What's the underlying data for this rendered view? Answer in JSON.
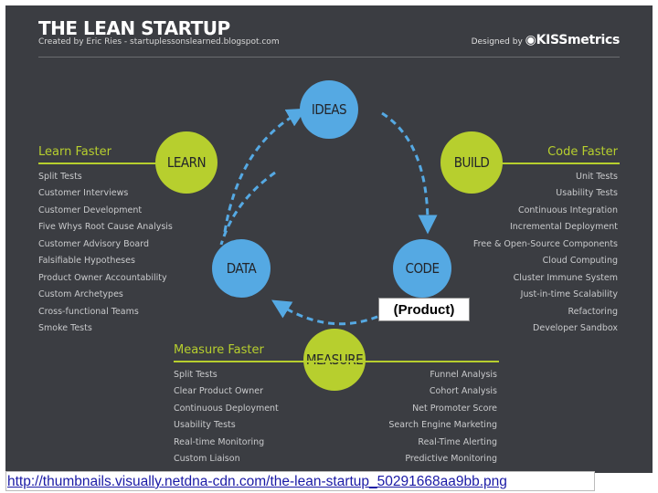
{
  "header": {
    "title": "THE LEAN STARTUP",
    "credit": "Created by Eric Ries - startuplessonslearned.blogspot.com",
    "designed_prefix": "Designed by",
    "designed_brand": "KISSmetrics"
  },
  "nodes": {
    "ideas": "IDEAS",
    "build": "BUILD",
    "code": "CODE",
    "measure": "MEASURE",
    "data": "DATA",
    "learn": "LEARN"
  },
  "learn": {
    "heading": "Learn Faster",
    "items": [
      "Split Tests",
      "Customer Interviews",
      "Customer Development",
      "Five Whys Root Cause Analysis",
      "Customer Advisory Board",
      "Falsifiable Hypotheses",
      "Product Owner Accountability",
      "Custom Archetypes",
      "Cross-functional Teams",
      "Smoke Tests"
    ]
  },
  "code_faster": {
    "heading": "Code Faster",
    "items": [
      "Unit Tests",
      "Usability Tests",
      "Continuous Integration",
      "Incremental Deployment",
      "Free & Open-Source Components",
      "Cloud Computing",
      "Cluster Immune System",
      "Just-in-time Scalability",
      "Refactoring",
      "Developer Sandbox"
    ]
  },
  "measure": {
    "heading": "Measure Faster",
    "left_items": [
      "Split Tests",
      "Clear Product Owner",
      "Continuous Deployment",
      "Usability Tests",
      "Real-time Monitoring",
      "Custom Liaison"
    ],
    "right_items": [
      "Funnel Analysis",
      "Cohort Analysis",
      "Net Promoter Score",
      "Search Engine Marketing",
      "Real-Time Alerting",
      "Predictive Monitoring"
    ]
  },
  "overlay_label": "(Product)",
  "source_url": "http://thumbnails.visually.netdna-cdn.com/the-lean-startup_50291668aa9bb.png",
  "colors": {
    "background": "#3b3d42",
    "accent_green": "#b7cf2e",
    "accent_blue": "#55a9e3"
  }
}
